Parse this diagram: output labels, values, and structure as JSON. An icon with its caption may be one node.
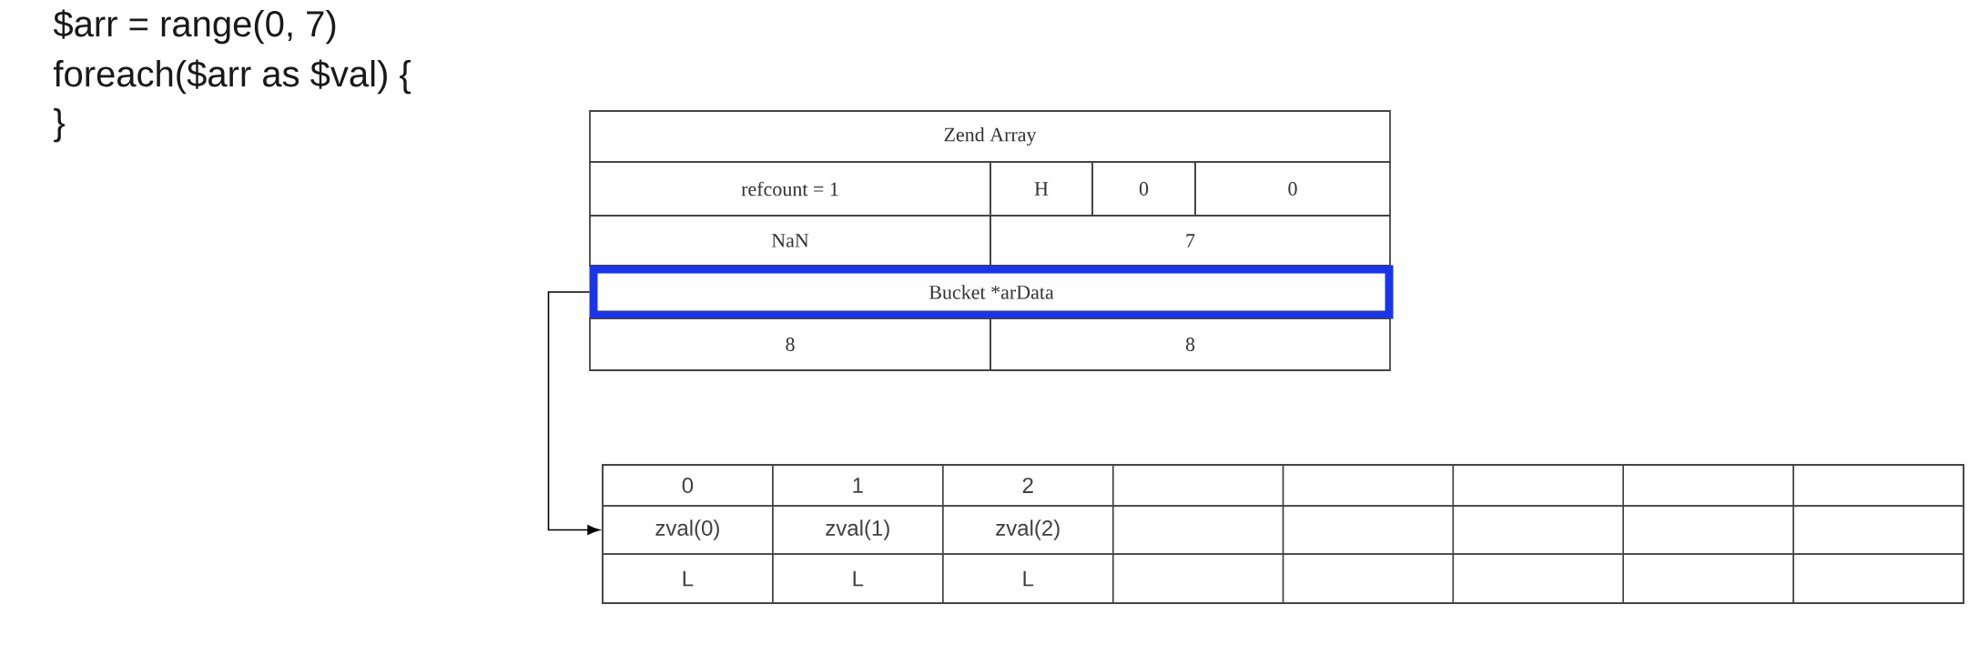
{
  "diagram": {
    "nodes": [
      {
        "text": [
          "Zend Array"
        ]
      },
      {
        "text": [
          "refcount = 1"
        ]
      },
      {
        "text": [
          "H"
        ]
      },
      {
        "text": [
          "0"
        ]
      },
      {
        "text": [
          "0"
        ]
      },
      {
        "text": [
          "NaN"
        ]
      },
      {
        "text": [
          "7"
        ]
      },
      {
        "text": [
          "Bucket *arData"
        ]
      },
      {
        "text": [
          "8"
        ]
      },
      {
        "text": [
          "8"
        ]
      },
      {
        "text": [],
        "shape": "box"
      },
      {
        "text": [
          "0"
        ],
        "in": 10
      },
      {
        "text": [
          "1"
        ],
        "in": 10
      },
      {
        "text": [
          "2"
        ],
        "in": 10
      },
      {
        "text": [],
        "shape": "box",
        "in": 10
      },
      {
        "text": [],
        "shape": "box",
        "in": 10
      },
      {
        "text": [],
        "shape": "box",
        "in": 10
      },
      {
        "text": [],
        "shape": "box",
        "in": 10
      },
      {
        "text": [],
        "shape": "box",
        "in": 10
      },
      {
        "text": [
          "zval(0)"
        ],
        "in": 10
      },
      {
        "text": [
          "zval(1)"
        ],
        "in": 10
      },
      {
        "text": [
          "zval(2)"
        ],
        "in": 10
      },
      {
        "text": [],
        "shape": "box",
        "in": 10
      },
      {
        "text": [],
        "shape": "box",
        "in": 10
      },
      {
        "text": [],
        "shape": "box",
        "in": 10
      },
      {
        "text": [],
        "shape": "box",
        "in": 10
      },
      {
        "text": [],
        "shape": "box",
        "in": 10
      },
      {
        "text": [
          "L"
        ],
        "in": 10
      },
      {
        "text": [
          "L"
        ],
        "in": 10
      },
      {
        "text": [
          "L"
        ],
        "in": 10
      },
      {
        "text": [],
        "shape": "box",
        "in": 10
      },
      {
        "text": [],
        "shape": "box",
        "in": 10
      },
      {
        "text": [],
        "shape": "box",
        "in": 10
      },
      {
        "text": [],
        "shape": "box",
        "in": 10
      },
      {
        "text": [],
        "shape": "box",
        "in": 10
      }
    ],
    "edges": [
      {
        "from": 7,
        "to": 19,
        "arrow": "to"
      }
    ],
    "labels": [
      "$arr = range(0, 7)",
      "foreach($arr as $val) {",
      "}"
    ]
  }
}
